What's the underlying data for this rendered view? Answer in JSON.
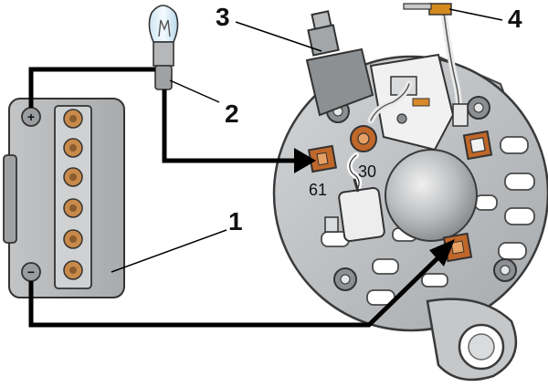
{
  "callouts": {
    "battery": "1",
    "lamp_holder": "2",
    "regulator": "3",
    "plug_wire": "4"
  },
  "terminals": {
    "t61": "61",
    "t30": "30"
  },
  "battery_signs": {
    "plus": "+",
    "minus": "−"
  },
  "colors": {
    "battery_body": "#b4b6b8",
    "alternator_body": "#c7c9cb",
    "wire": "#000000",
    "terminal": "#b24a16",
    "lamp_glass": "#e2f0f8"
  }
}
